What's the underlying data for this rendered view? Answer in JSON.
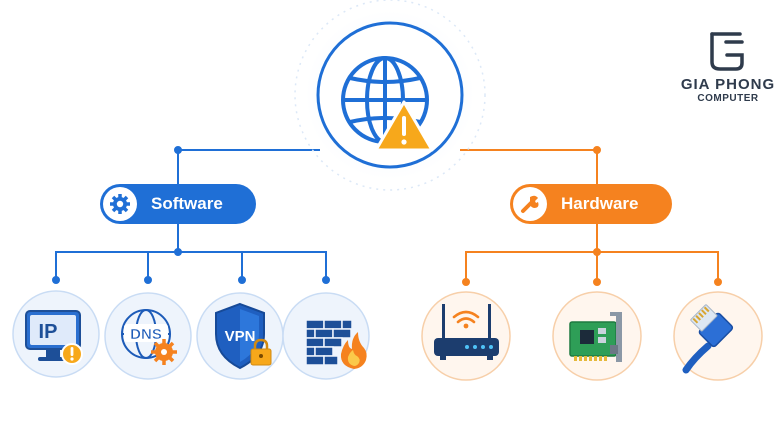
{
  "brand": {
    "name": "GIA PHONG",
    "sub": "COMPUTER"
  },
  "colors": {
    "software": "#1f6fd6",
    "hardware": "#f5821f",
    "warning": "#f7a81b"
  },
  "center": {
    "icon": "globe-warning-icon"
  },
  "software": {
    "label": "Software",
    "icon": "gear-icon",
    "items": [
      {
        "icon": "ip-monitor-icon",
        "text": "IP"
      },
      {
        "icon": "dns-globe-icon",
        "text": "DNS"
      },
      {
        "icon": "vpn-shield-icon",
        "text": "VPN"
      },
      {
        "icon": "firewall-icon"
      }
    ]
  },
  "hardware": {
    "label": "Hardware",
    "icon": "wrench-icon",
    "items": [
      {
        "icon": "router-icon"
      },
      {
        "icon": "network-card-icon"
      },
      {
        "icon": "ethernet-cable-icon"
      }
    ]
  }
}
